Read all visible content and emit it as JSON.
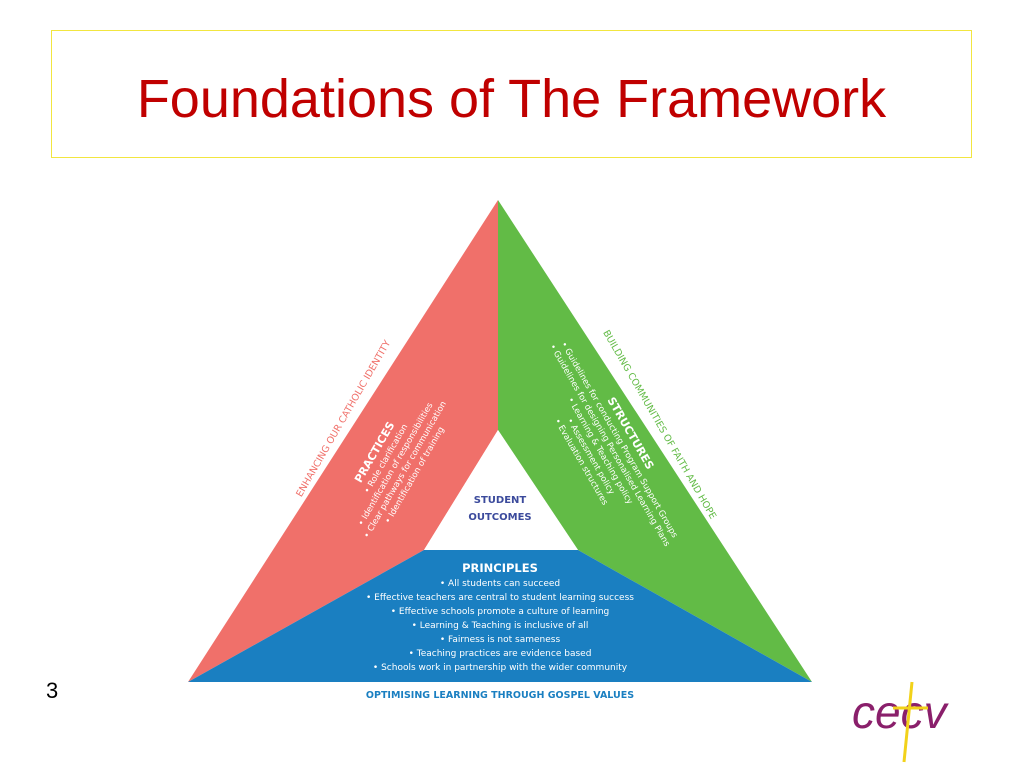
{
  "slide": {
    "title": "Foundations of The Framework",
    "number": "3"
  },
  "diagram": {
    "center_label": [
      "STUDENT",
      "OUTCOMES"
    ],
    "left_side_label": "ENHANCING OUR CATHOLIC IDENTITY",
    "right_side_label": "BUILDING COMMUNITIES OF FAITH AND HOPE",
    "bottom_side_label": "OPTIMISING LEARNING THROUGH GOSPEL VALUES",
    "practices": {
      "heading": "PRACTICES",
      "items": [
        "• Role clarification",
        "• Identification of responsibilities",
        "• Clear pathways for communication",
        "• Identification of training"
      ]
    },
    "structures": {
      "heading": "STRUCTURES",
      "items": [
        "• Guidelines for conducting Program Support Groups",
        "• Guidelines for designing Personalised Learning Plans",
        "• Learning & Teaching policy",
        "• Assessment policy",
        "• Evaluation structures"
      ]
    },
    "principles": {
      "heading": "PRINCIPLES",
      "items": [
        "• All students can succeed",
        "• Effective teachers are central to student learning success",
        "• Effective schools promote a culture of learning",
        "• Learning & Teaching is inclusive of all",
        "• Fairness is not sameness",
        "• Teaching practices are evidence based",
        "• Schools work in partnership with the wider community"
      ]
    }
  },
  "logo": {
    "text": "cecv"
  },
  "colors": {
    "title": "#c00000",
    "practices": "#f0706a",
    "structures": "#62bb46",
    "principles": "#1a7fc1",
    "center_text": "#3b4a9c",
    "logo": "#8a1f6b",
    "logo_cross": "#f2d21a"
  }
}
